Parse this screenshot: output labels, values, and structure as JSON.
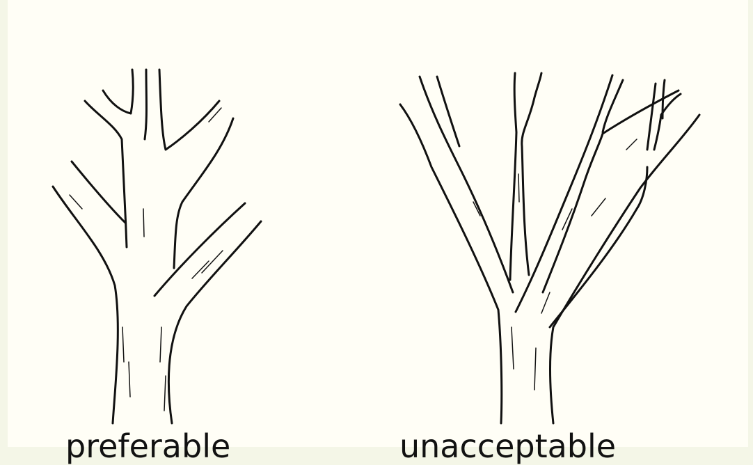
{
  "colors": {
    "background": "#f4f6e7",
    "paper": "#fffef6",
    "ink": "#111111"
  },
  "figures": [
    {
      "id": "left",
      "label": "preferable"
    },
    {
      "id": "right",
      "label": "unacceptable"
    }
  ]
}
